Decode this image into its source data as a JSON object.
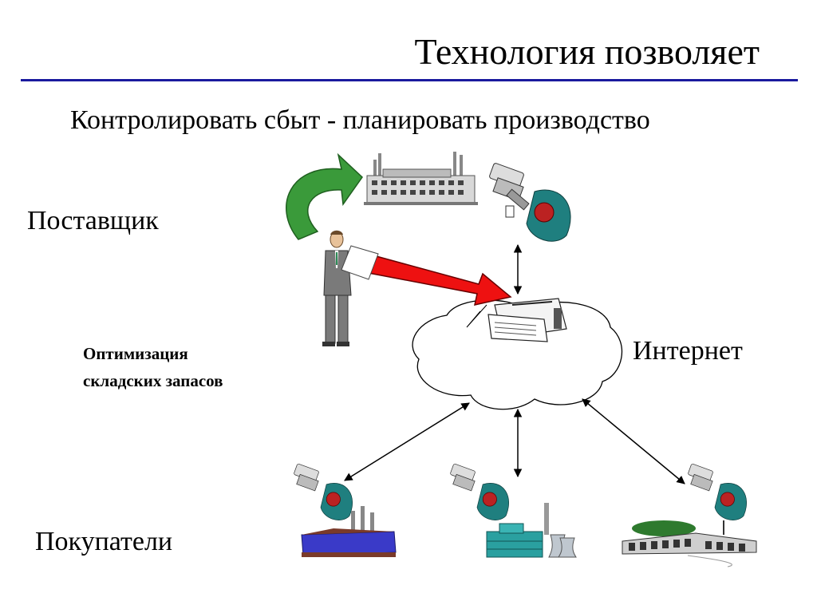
{
  "slide": {
    "title": "Технология позволяет",
    "subtitle": "Контролировать сбыт - планировать производство"
  },
  "labels": {
    "supplier": "Поставщик",
    "internet": "Интернет",
    "buyers": "Покупатели",
    "optimization_line1": "Оптимизация",
    "optimization_line2": "складских запасов"
  },
  "icons": {
    "supplier_factory": "factory-icon",
    "supplier_operator": "computer-operator-icon",
    "manager": "businessman-icon",
    "news": "newspaper-icon",
    "buyer_operators": "computer-operator-icon",
    "buyer_buildings": [
      "factory-icon",
      "power-plant-icon",
      "office-building-icon"
    ]
  },
  "colors": {
    "title_rule": "#1a1a9e",
    "cycle_arrow": "#3a9a3a",
    "flow_arrow": "#ee1111"
  }
}
